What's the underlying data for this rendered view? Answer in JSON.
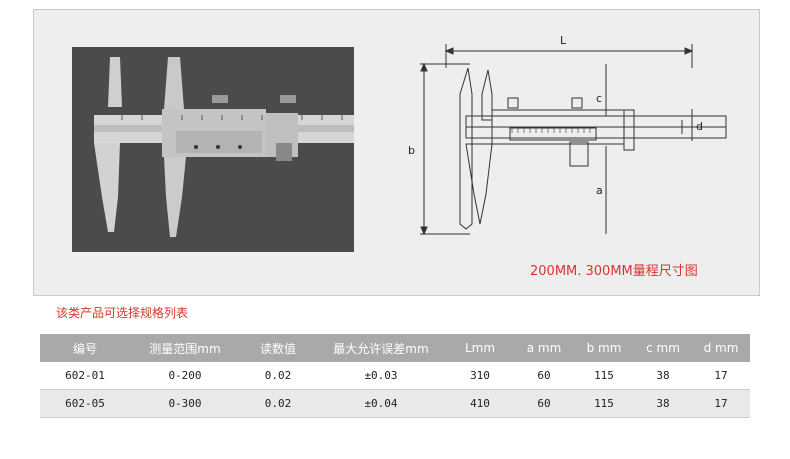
{
  "diagram": {
    "caption": "200MM. 300MM量程尺寸图",
    "dimension_labels": {
      "L": "L",
      "b": "b",
      "c": "c",
      "a": "a",
      "d": "d"
    }
  },
  "spec_list": {
    "title": "该类产品可选择规格列表",
    "columns": [
      "编号",
      "测量范围mm",
      "读数值",
      "最大允许误差mm",
      "Lmm",
      "a mm",
      "b mm",
      "c mm",
      "d mm"
    ],
    "rows": [
      [
        "602-01",
        "0-200",
        "0.02",
        "±0.03",
        "310",
        "60",
        "115",
        "38",
        "17"
      ],
      [
        "602-05",
        "0-300",
        "0.02",
        "±0.04",
        "410",
        "60",
        "115",
        "38",
        "17"
      ]
    ]
  },
  "colors": {
    "accent_red": "#d8352b",
    "header_gray": "#a9a9a9"
  }
}
